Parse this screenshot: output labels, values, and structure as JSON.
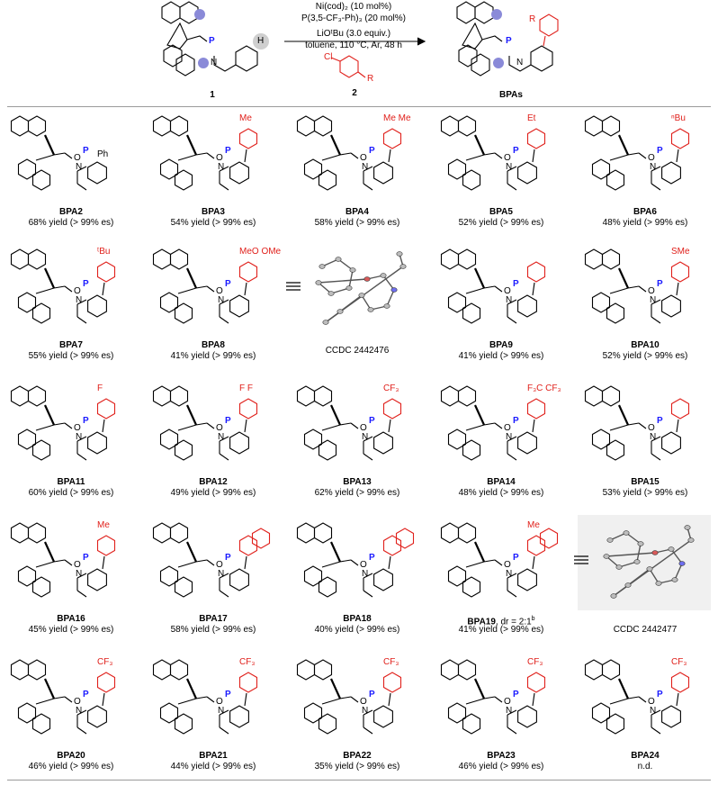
{
  "scheme": {
    "conditions": [
      "Ni(cod)₂ (10 mol%)",
      "P(3,5-CF₃-Ph)₃ (20 mol%)",
      "LiOᵗBu (3.0 equiv.)",
      "toluene, 110 °C, Ar, 48 h"
    ],
    "reactant_label": "1",
    "reagent_label": "2",
    "product_label": "BPAs"
  },
  "compounds": [
    {
      "name": "BPA2",
      "result": "68% yield (> 99% es)",
      "sub": "Ph"
    },
    {
      "name": "BPA3",
      "result": "54% yield (> 99% es)",
      "sub": "Me"
    },
    {
      "name": "BPA4",
      "result": "58% yield (> 99% es)",
      "sub": "Me Me"
    },
    {
      "name": "BPA5",
      "result": "52% yield (> 99% es)",
      "sub": "Et"
    },
    {
      "name": "BPA6",
      "result": "48% yield (> 99% es)",
      "sub": "ⁿBu"
    },
    {
      "name": "BPA7",
      "result": "55% yield (> 99% es)",
      "sub": "ᵗBu"
    },
    {
      "name": "BPA8",
      "result": "41% yield (> 99% es)",
      "sub": "MeO OMe"
    },
    {
      "name": "BPA9",
      "result": "41% yield (> 99% es)",
      "sub": ""
    },
    {
      "name": "BPA10",
      "result": "52% yield (> 99% es)",
      "sub": "SMe"
    },
    {
      "name": "BPA11",
      "result": "60% yield (> 99% es)",
      "sub": "F"
    },
    {
      "name": "BPA12",
      "result": "49% yield (> 99% es)",
      "sub": "F F"
    },
    {
      "name": "BPA13",
      "result": "62% yield (> 99% es)",
      "sub": "CF₃"
    },
    {
      "name": "BPA14",
      "result": "48% yield (> 99% es)",
      "sub": "F₃C CF₃"
    },
    {
      "name": "BPA15",
      "result": "53% yield (> 99% es)",
      "sub": ""
    },
    {
      "name": "BPA16",
      "result": "45% yield (> 99% es)",
      "sub": "Me"
    },
    {
      "name": "BPA17",
      "result": "58% yield (> 99% es)",
      "sub": ""
    },
    {
      "name": "BPA18",
      "result": "40% yield (> 99% es)",
      "sub": ""
    },
    {
      "name": "BPA19",
      "extra": ", dr = 2:1",
      "extra_sup": "b",
      "result": "41% yield (> 99% es)",
      "sub": "Me"
    },
    {
      "name": "BPA20",
      "result": "46% yield (> 99% es)",
      "sub": "CF₃"
    },
    {
      "name": "BPA21",
      "result": "44% yield (> 99% es)",
      "sub": "CF₃"
    },
    {
      "name": "BPA22",
      "result": "35% yield (> 99% es)",
      "sub": "CF₃"
    },
    {
      "name": "BPA23",
      "result": "46% yield (> 99% es)",
      "sub": "CF₃"
    },
    {
      "name": "BPA24",
      "result": "n.d.",
      "sub": "CF₃"
    }
  ],
  "ccdc": [
    "CCDC 2442476",
    "CCDC 2442477"
  ],
  "colors": {
    "substituent": "#e0201b",
    "phosphorus": "#1a1aff",
    "nitrogen_sub": "#1a1aff",
    "ink": "#000000"
  },
  "atoms": {
    "P": "P",
    "N": "N",
    "O": "O",
    "H": "H",
    "Cl": "Cl",
    "R": "R",
    "Ph": "Ph",
    "Me": "Me"
  }
}
